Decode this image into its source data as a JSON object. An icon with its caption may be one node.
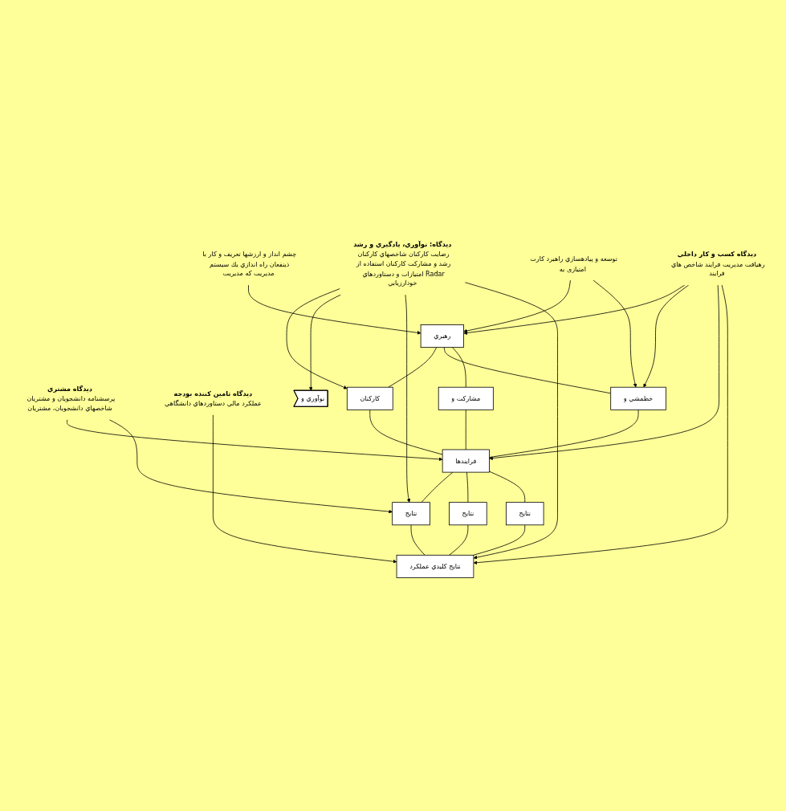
{
  "diagram": {
    "nodes": [
      {
        "text": [
          "ديدگاه كسب و كار داخلي",
          "رهيافت مديريت فرايند شاخص هاي فرايند"
        ]
      },
      {
        "text": [
          "ديدگاه مشتري",
          "پرسشنامه دانشجويان و مشتريان شاخصهاي دانشجويان، مشتريان"
        ]
      },
      {
        "text": [
          "ديدگاه تامين كننده بودجه",
          "عملكرد مالي دستاوردهاي دانشگاهي"
        ]
      },
      {
        "text": [
          "رهبري"
        ]
      },
      {
        "text": [
          "كاركنان"
        ]
      },
      {
        "text": [
          "خطمشي و"
        ]
      },
      {
        "text": [
          "مشاركت و"
        ]
      },
      {
        "text": [
          "فرايندها"
        ]
      },
      {
        "text": [
          "نتايج"
        ]
      },
      {
        "text": [
          "نتايج"
        ]
      },
      {
        "text": [
          "نتايج"
        ]
      },
      {
        "text": [
          "نتايج كليدي عملكرد"
        ]
      },
      {
        "text": [
          "نوآوري و"
        ]
      },
      {
        "text": [
          "چشم انداز و ارزشها تعريف و كار با ذينفعان راه اندازي يك سيستم مديريت كه مديريت"
        ]
      },
      {
        "text": [
          "توسعه و پيادهسازي راهبرد كارت امتيازى به"
        ]
      },
      {
        "text": [
          "ديدگاه: نوآوري، يادگيري و رشد",
          "رضايت كاركنان شاخصهاي كاركنان رشد و مشاركت كاركنان استفاده از Radar امتيازات و دستاوردهاي خودارزيابي"
        ]
      }
    ],
    "edges": [
      {
        "from": 3,
        "to": 4,
        "arrow": "none"
      },
      {
        "from": 3,
        "to": 5,
        "arrow": "none"
      },
      {
        "from": 3,
        "to": 6,
        "arrow": "none"
      },
      {
        "from": 4,
        "to": 7,
        "arrow": "none"
      },
      {
        "from": 5,
        "to": 7,
        "arrow": "none"
      },
      {
        "from": 6,
        "to": 7,
        "arrow": "none"
      },
      {
        "from": 7,
        "to": 8,
        "arrow": "none"
      },
      {
        "from": 7,
        "to": 9,
        "arrow": "none"
      },
      {
        "from": 7,
        "to": 10,
        "arrow": "none"
      },
      {
        "from": 8,
        "to": 11,
        "arrow": "none"
      },
      {
        "from": 9,
        "to": 11,
        "arrow": "none"
      },
      {
        "from": 10,
        "to": 11,
        "arrow": "none"
      },
      {
        "from": 0,
        "to": 3,
        "arrow": "to"
      },
      {
        "from": 0,
        "to": 5,
        "arrow": "to"
      },
      {
        "from": 0,
        "to": 7,
        "arrow": "to"
      },
      {
        "from": 0,
        "to": 11,
        "arrow": "to"
      },
      {
        "from": 1,
        "to": 7,
        "arrow": "to"
      },
      {
        "from": 1,
        "to": 8,
        "arrow": "to"
      },
      {
        "from": 2,
        "to": 11,
        "arrow": "to"
      },
      {
        "from": 13,
        "to": 3,
        "arrow": "to"
      },
      {
        "from": 14,
        "to": 3,
        "arrow": "to"
      },
      {
        "from": 14,
        "to": 5,
        "arrow": "to"
      },
      {
        "from": 15,
        "to": 4,
        "arrow": "to"
      },
      {
        "from": 15,
        "to": 12,
        "arrow": "to"
      },
      {
        "from": 15,
        "to": 8,
        "arrow": "to"
      },
      {
        "from": 15,
        "to": 11,
        "arrow": "to"
      }
    ]
  }
}
